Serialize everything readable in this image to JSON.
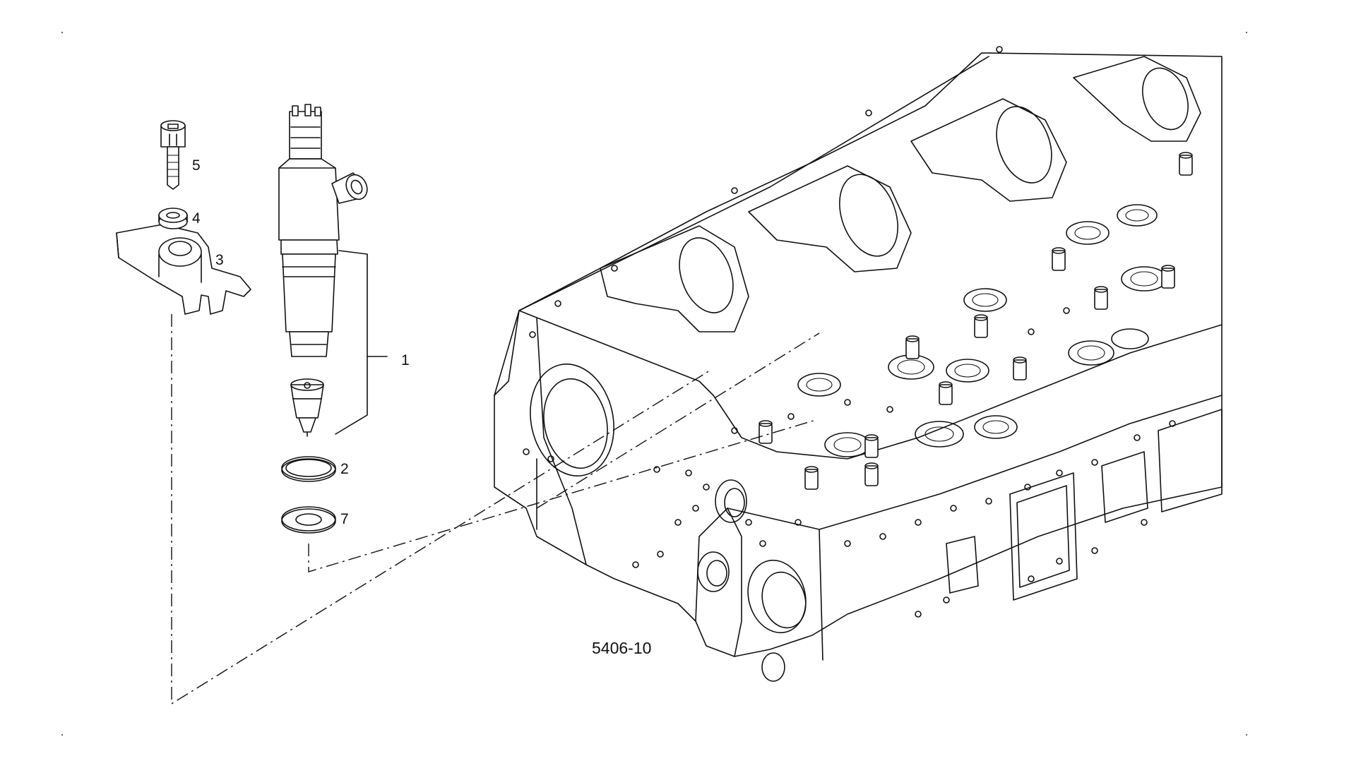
{
  "figure_code": "5406-10",
  "callouts": [
    {
      "id": "1",
      "label": "1"
    },
    {
      "id": "2",
      "label": "2"
    },
    {
      "id": "3",
      "label": "3"
    },
    {
      "id": "4",
      "label": "4"
    },
    {
      "id": "5",
      "label": "5"
    },
    {
      "id": "7",
      "label": "7"
    }
  ],
  "colors": {
    "line": "#111111",
    "background": "#ffffff"
  }
}
